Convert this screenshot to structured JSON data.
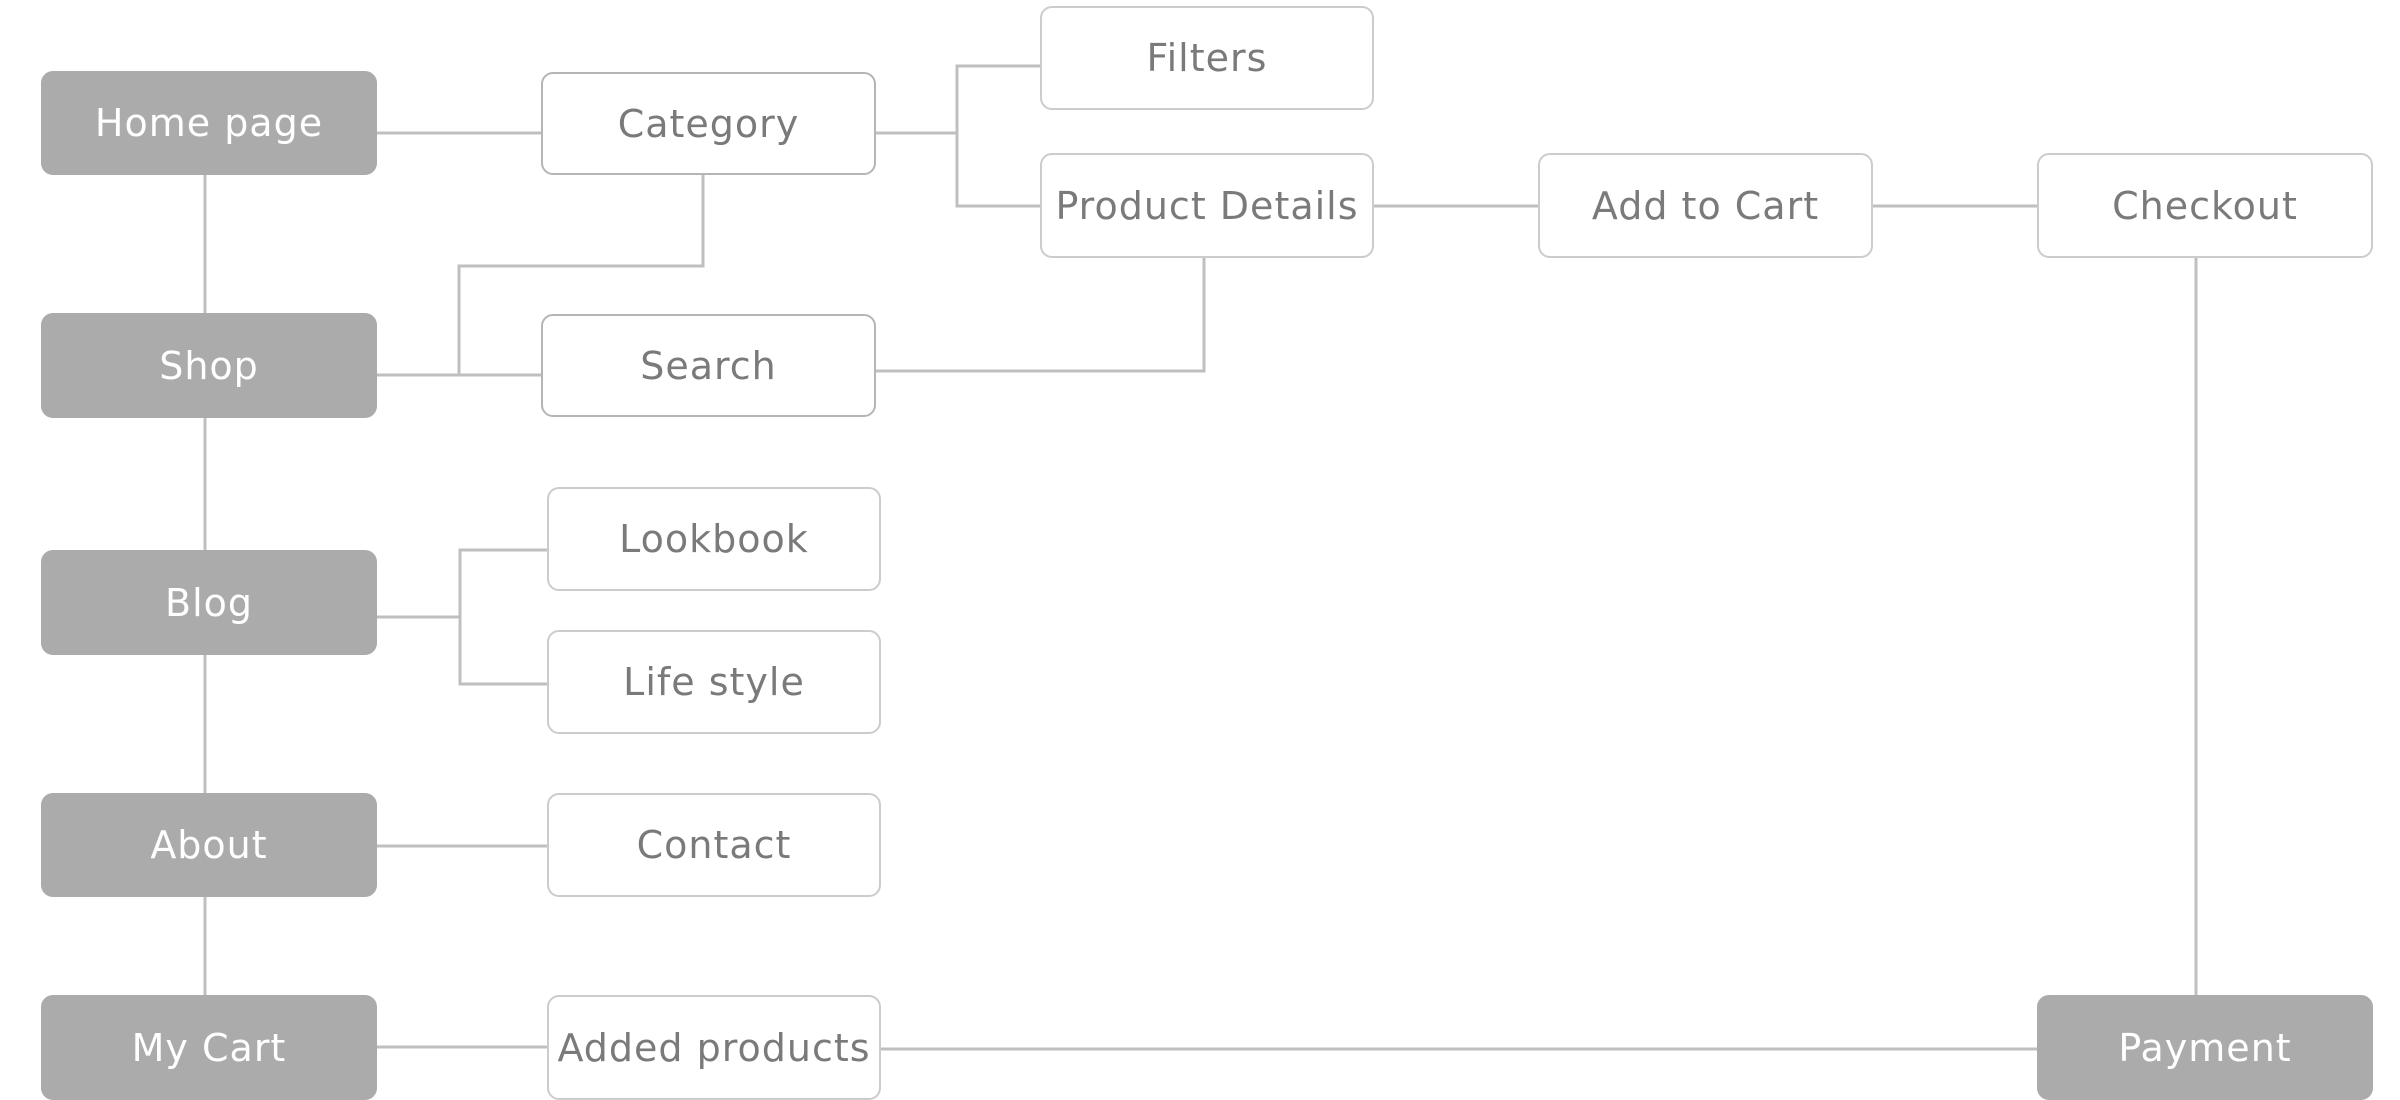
{
  "nodes": {
    "home_page": "Home page",
    "shop": "Shop",
    "blog": "Blog",
    "about": "About",
    "my_cart": "My Cart",
    "category": "Category",
    "filters": "Filters",
    "product_details": "Product Details",
    "search": "Search",
    "add_to_cart": "Add to Cart",
    "checkout": "Checkout",
    "lookbook": "Lookbook",
    "life_style": "Life style",
    "contact": "Contact",
    "added_products": "Added products",
    "payment": "Payment"
  },
  "colors": {
    "primary_fill": "#ababab",
    "primary_text": "#ffffff",
    "secondary_text": "#7a7a7a",
    "secondary_border": "#cccccc",
    "connector": "#bfbfbf"
  }
}
